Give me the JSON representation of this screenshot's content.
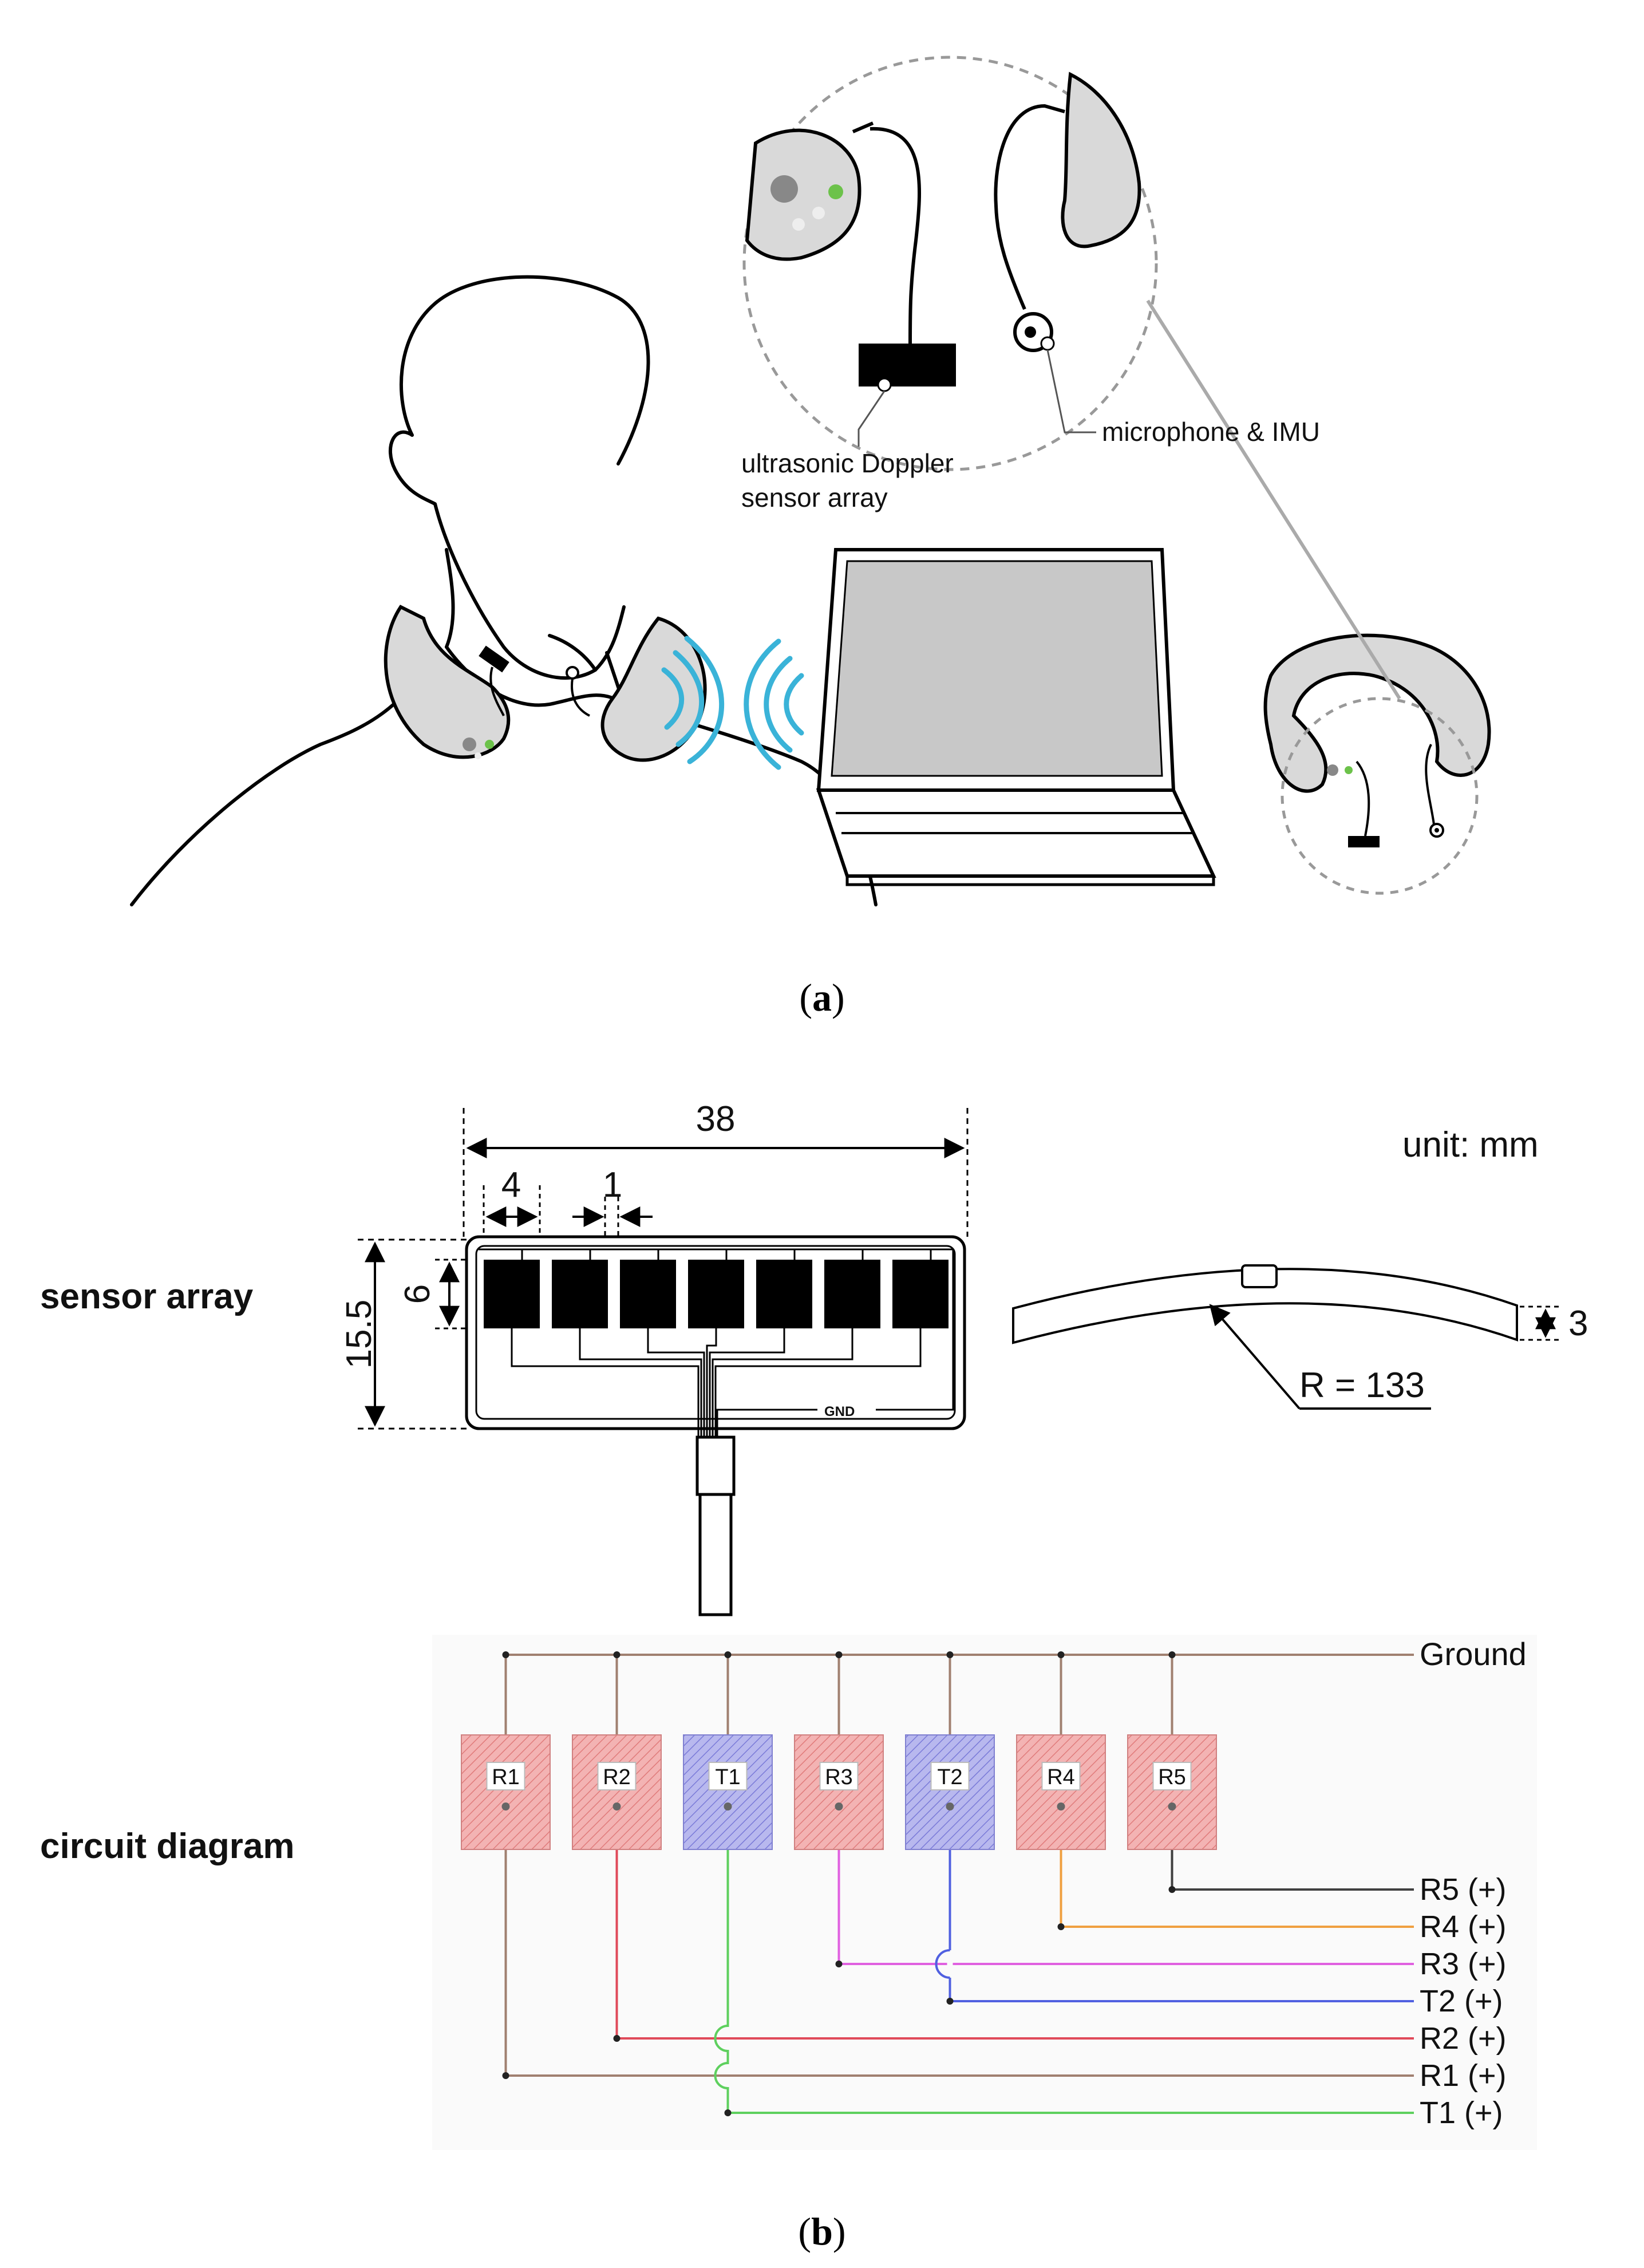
{
  "panel_a": {
    "caption_open": "(",
    "caption_letter": "a",
    "caption_close": ")",
    "callouts": {
      "doppler_line1": "ultrasonic Doppler",
      "doppler_line2": "sensor array",
      "mic_imu": "microphone & IMU"
    },
    "colors": {
      "device_fill": "#d9d9d9",
      "wireless_waves": "#3ab3d8",
      "led_green": "#6cc24a",
      "screen_fill": "#c8c8c8"
    }
  },
  "panel_b": {
    "caption_open": "(",
    "caption_letter": "b",
    "caption_close": ")",
    "row_labels": {
      "sensor_array": "sensor array",
      "circuit_diagram": "circuit diagram"
    },
    "unit": "unit: mm",
    "dimensions": {
      "width": "38",
      "element_width": "4",
      "gap": "1",
      "element_height": "6",
      "board_height": "15.5",
      "thickness": "3",
      "radius": "R = 133",
      "gnd": "GND"
    },
    "circuit": {
      "ground_label": "Ground",
      "elements": [
        {
          "label": "R1",
          "kind": "receiver"
        },
        {
          "label": "R2",
          "kind": "receiver"
        },
        {
          "label": "T1",
          "kind": "transmitter"
        },
        {
          "label": "R3",
          "kind": "receiver"
        },
        {
          "label": "T2",
          "kind": "transmitter"
        },
        {
          "label": "R4",
          "kind": "receiver"
        },
        {
          "label": "R5",
          "kind": "receiver"
        }
      ],
      "outputs": [
        "R5 (+)",
        "R4 (+)",
        "R3 (+)",
        "T2 (+)",
        "R2 (+)",
        "R1 (+)",
        "T1 (+)"
      ],
      "colors": {
        "receiver_fill": "#f3b3b3",
        "transmitter_fill": "#b8b8ee",
        "ground_wire": "#a08070",
        "r1_wire": "#a08070",
        "r2_wire": "#e04a5a",
        "t1_wire": "#5ed05e",
        "r3_wire": "#e060e0",
        "t2_wire": "#5060e0",
        "r4_wire": "#f0a040",
        "r5_wire": "#404040"
      }
    }
  }
}
